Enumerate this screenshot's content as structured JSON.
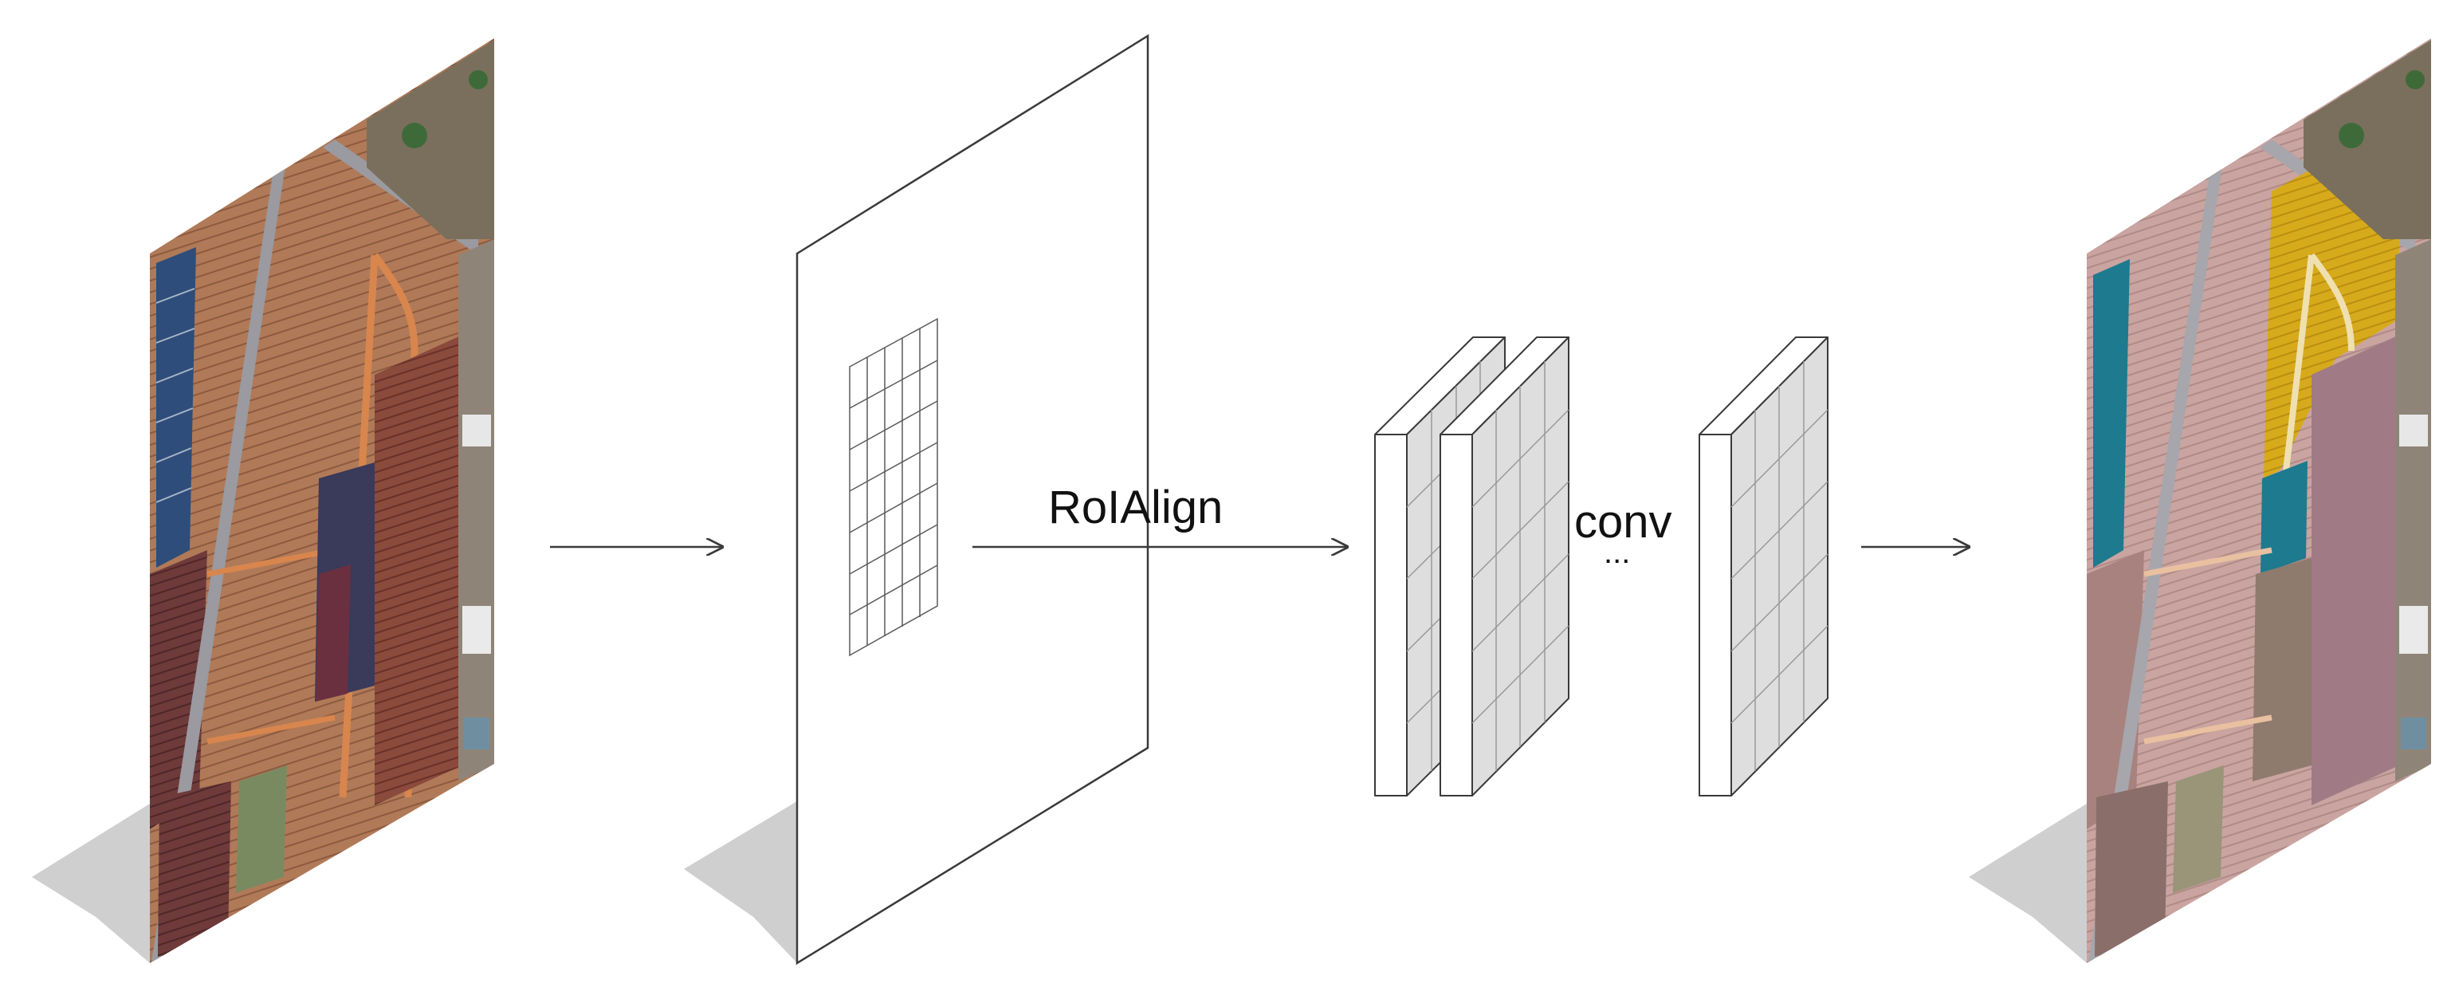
{
  "labels": {
    "roi_align": "RoIAlign",
    "conv": "conv",
    "ellipsis": "..."
  },
  "colors": {
    "stroke": "#3a3a3a",
    "shadow": "#cfcfcf",
    "feature_face": "#dedede",
    "field_soil": "#b9825f",
    "field_dark": "#6e3a3a",
    "road": "#9a9aa0",
    "solar": "#2e4d7a",
    "seg_yellow": "#d7aa1c",
    "seg_teal": "#1d7a8f",
    "seg_pink": "#c9a4a0"
  },
  "icons": [
    "input-aerial-image",
    "feature-map-plane",
    "roi-grid",
    "conv-feature-stack",
    "output-segmented-image",
    "arrow-icon"
  ]
}
